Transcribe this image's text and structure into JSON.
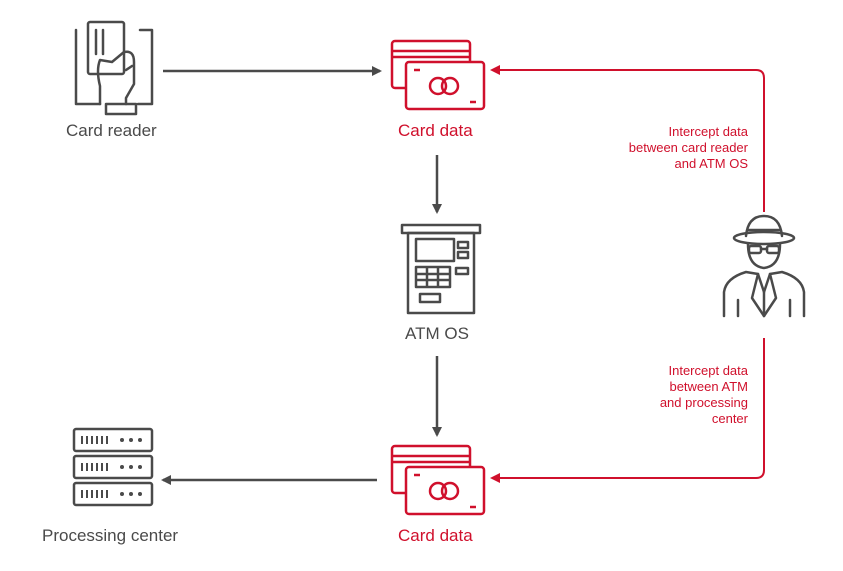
{
  "nodes": {
    "card_reader": {
      "label": "Card reader"
    },
    "card_data_top": {
      "label": "Card data"
    },
    "atm_os": {
      "label": "ATM OS"
    },
    "card_data_bottom": {
      "label": "Card data"
    },
    "processing_center": {
      "label": "Processing center"
    }
  },
  "annotations": {
    "intercept_top": [
      "Intercept data",
      "between card reader",
      "and ATM OS"
    ],
    "intercept_bottom": [
      "Intercept data",
      "between ATM",
      "and processing",
      "center"
    ]
  },
  "colors": {
    "neutral": "#4a4a4a",
    "accent": "#d0102c"
  },
  "icons": {
    "card_reader": "card-in-hand-icon",
    "card_data": "credit-cards-icon",
    "atm": "atm-machine-icon",
    "server": "server-rack-icon",
    "attacker": "spy-hacker-icon"
  }
}
